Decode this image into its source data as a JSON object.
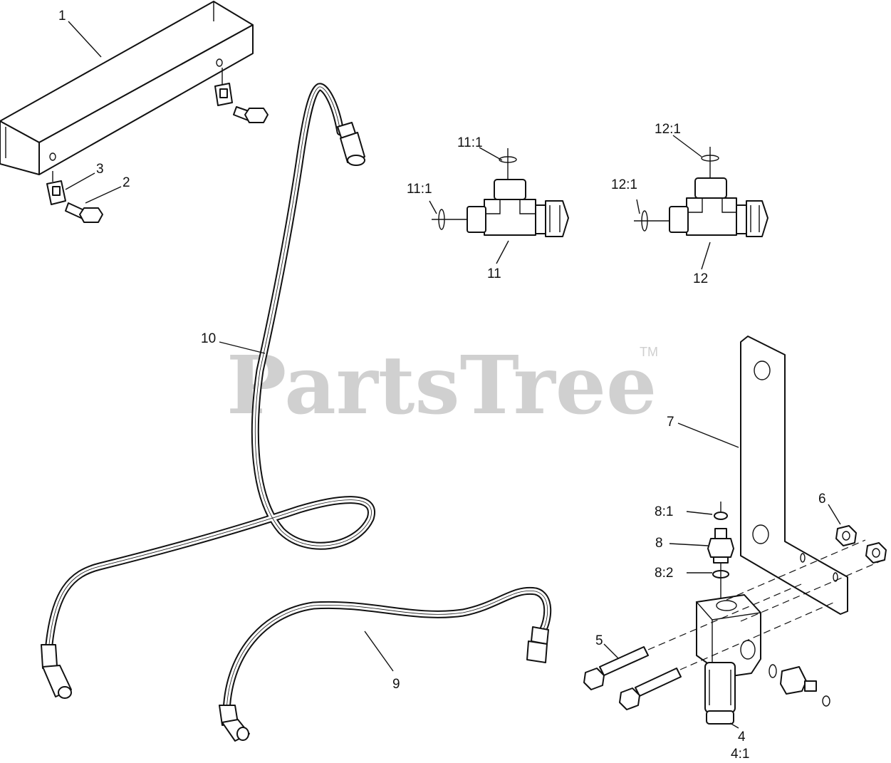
{
  "watermark": {
    "brand": "PartsTree",
    "trademark": "TM"
  },
  "labels": {
    "p1": "1",
    "p2": "2",
    "p3": "3",
    "p4": "4",
    "p4_1": "4:1",
    "p5": "5",
    "p6": "6",
    "p7": "7",
    "p8": "8",
    "p8_1": "8:1",
    "p8_2": "8:2",
    "p9": "9",
    "p10": "10",
    "p11": "11",
    "p11_1a": "11:1",
    "p11_1b": "11:1",
    "p12": "12",
    "p12_1a": "12:1",
    "p12_1b": "12:1"
  }
}
